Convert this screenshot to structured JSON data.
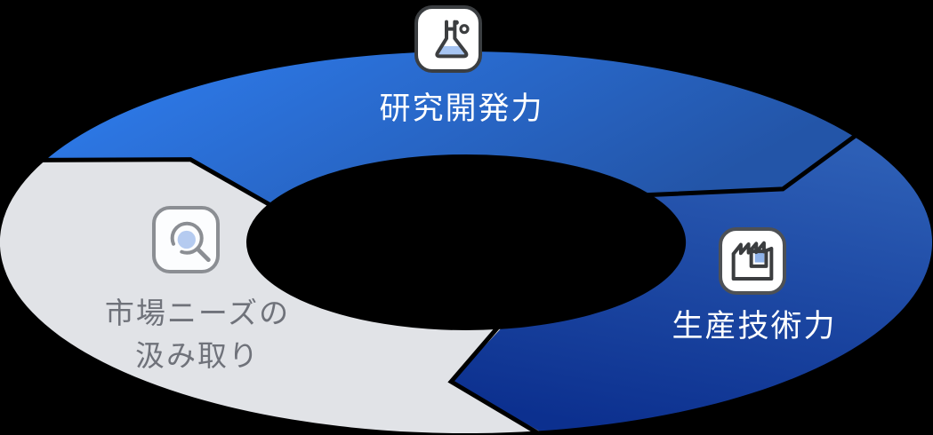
{
  "diagram": {
    "type": "cycle",
    "direction": "clockwise",
    "background_color": "#000000",
    "gap_color": "#000000",
    "icon_accent_color": "#a7c5f2",
    "segments": [
      {
        "id": "rd",
        "label": "研究開発力",
        "icon": "flask-icon",
        "icon_card_border": "#3b3e41",
        "text_color": "#ffffff",
        "gradient": [
          "#2f7ff2",
          "#2355a8"
        ],
        "start_angle": 155,
        "end_angle": 34
      },
      {
        "id": "production",
        "label": "生産技術力",
        "icon": "factory-icon",
        "icon_card_border": "#4e5155",
        "text_color": "#ffffff",
        "gradient": [
          "#2d5fb6",
          "#0c308f"
        ],
        "start_angle": 34,
        "end_angle": -81
      },
      {
        "id": "market",
        "label": "市場ニーズの汲み取り",
        "label_lines": [
          "市場ニーズの",
          "汲み取り"
        ],
        "icon": "search-icon",
        "icon_card_border": "#8b8e93",
        "text_color": "#6f727a",
        "color": "#e1e3e7",
        "start_angle": -81,
        "end_angle": -205
      }
    ]
  }
}
